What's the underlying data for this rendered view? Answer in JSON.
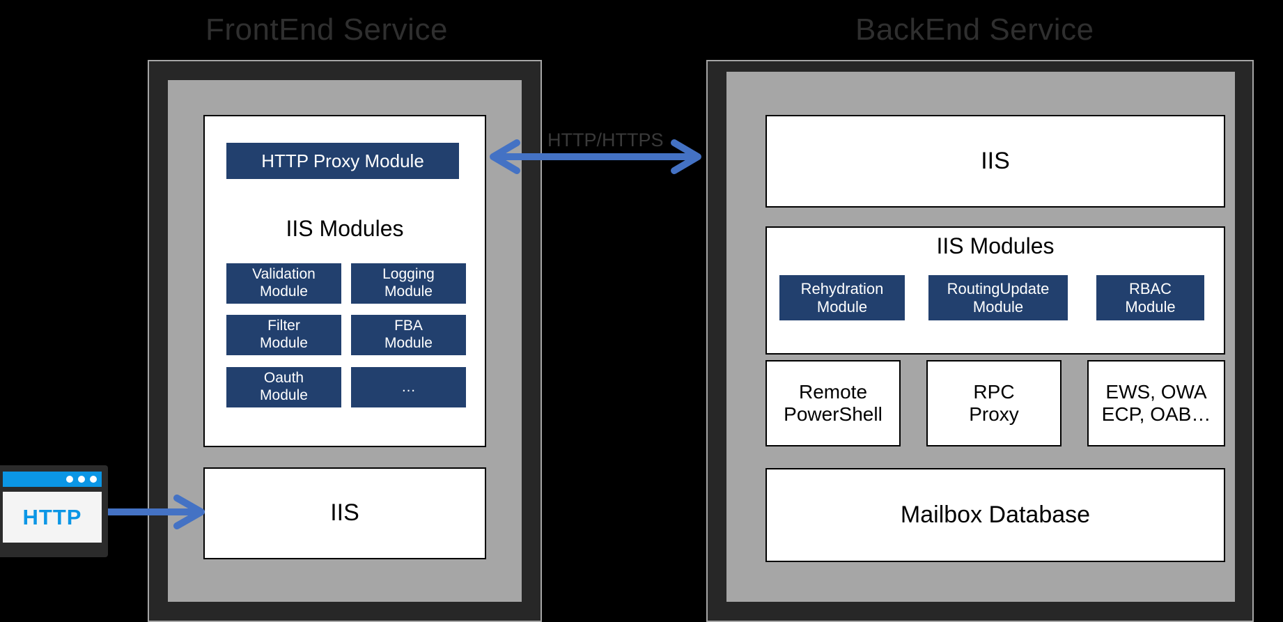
{
  "diagram": {
    "title_frontend": "FrontEnd Service",
    "title_backend": "BackEnd Service",
    "colors": {
      "background": "#000000",
      "panel_outer": "#272727",
      "panel_inner": "#a6a6a6",
      "module_navy": "#22406e",
      "arrow_blue": "#4472c4",
      "client_blue": "#0b96e5",
      "title_gray": "#2f2f2f"
    }
  },
  "client": {
    "icon": "browser-window-icon",
    "label": "HTTP"
  },
  "connections": {
    "client_to_frontend": {
      "icon": "arrow-right-icon",
      "label": ""
    },
    "frontend_to_backend": {
      "icon": "double-arrow-icon",
      "label": "HTTP/HTTPS"
    }
  },
  "frontend": {
    "http_proxy_module": "HTTP Proxy Module",
    "iis_modules_label": "IIS Modules",
    "modules": [
      {
        "line1": "Validation",
        "line2": "Module"
      },
      {
        "line1": "Logging",
        "line2": "Module"
      },
      {
        "line1": "Filter",
        "line2": "Module"
      },
      {
        "line1": "FBA",
        "line2": "Module"
      },
      {
        "line1": "Oauth",
        "line2": "Module"
      },
      {
        "line1": "…",
        "line2": ""
      }
    ],
    "iis_box": "IIS"
  },
  "backend": {
    "iis_box": "IIS",
    "iis_modules_label": "IIS Modules",
    "modules": [
      {
        "line1": "Rehydration",
        "line2": "Module"
      },
      {
        "line1": "RoutingUpdate",
        "line2": "Module"
      },
      {
        "line1": "RBAC",
        "line2": "Module"
      }
    ],
    "services": [
      {
        "line1": "Remote",
        "line2": "PowerShell"
      },
      {
        "line1": "RPC",
        "line2": "Proxy"
      },
      {
        "line1": "EWS, OWA",
        "line2": "ECP, OAB…"
      }
    ],
    "mailbox_database": "Mailbox Database"
  }
}
